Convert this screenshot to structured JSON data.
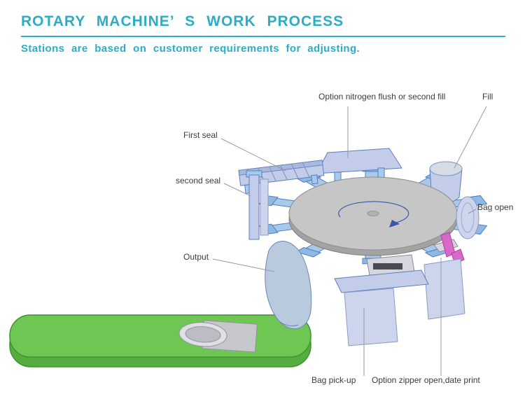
{
  "header": {
    "title": "ROTARY MACHINE’ S WORK PROCESS",
    "subtitle": "Stations are based on customer requirements for adjusting."
  },
  "diagram": {
    "labels": {
      "nitrogen_flush": "Option nitrogen flush or second fill",
      "fill": "Fill",
      "first_seal": "First seal",
      "second_seal": "second seal",
      "bag_open": "Bag open",
      "output": "Output",
      "bag_pickup": "Bag pick-up",
      "zipper_date_print": "Option zipper  open,date print"
    }
  },
  "colors": {
    "accent": "#2BAEC5",
    "machine_blue": "#A9C9EA",
    "station_blue": "#C3CCE9",
    "plate_blue": "#CDD5EC",
    "table_gray": "#C6C6C6",
    "conveyor_green": "#6FC653",
    "magenta": "#D969C9"
  }
}
